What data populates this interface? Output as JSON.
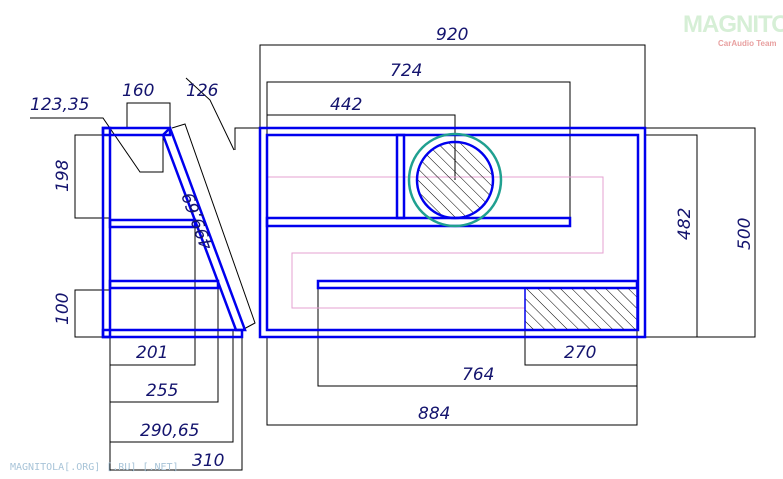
{
  "logo": {
    "title": "MAGNITOLA",
    "subtitle": "CarAudio Team"
  },
  "watermark": "MAGNITOLA[.ORG] [.RU] [.NET]",
  "side_view": {
    "dims": {
      "top_width": "160",
      "top_inner": "123,35",
      "panel_height": "198",
      "shelf_height": "100",
      "diagonal": "499,69",
      "angle_offset": "126",
      "w201": "201",
      "w255": "255",
      "w290": "290,65",
      "w310": "310"
    }
  },
  "front_view": {
    "dims": {
      "total_width": "920",
      "w724": "724",
      "w442": "442",
      "inner_height": "482",
      "total_height": "500",
      "w764": "764",
      "w884": "884",
      "w270": "270"
    }
  },
  "colors": {
    "panel": "#0000ee",
    "port_line": "#e6a0d0",
    "speaker_ring": "#20a090"
  }
}
